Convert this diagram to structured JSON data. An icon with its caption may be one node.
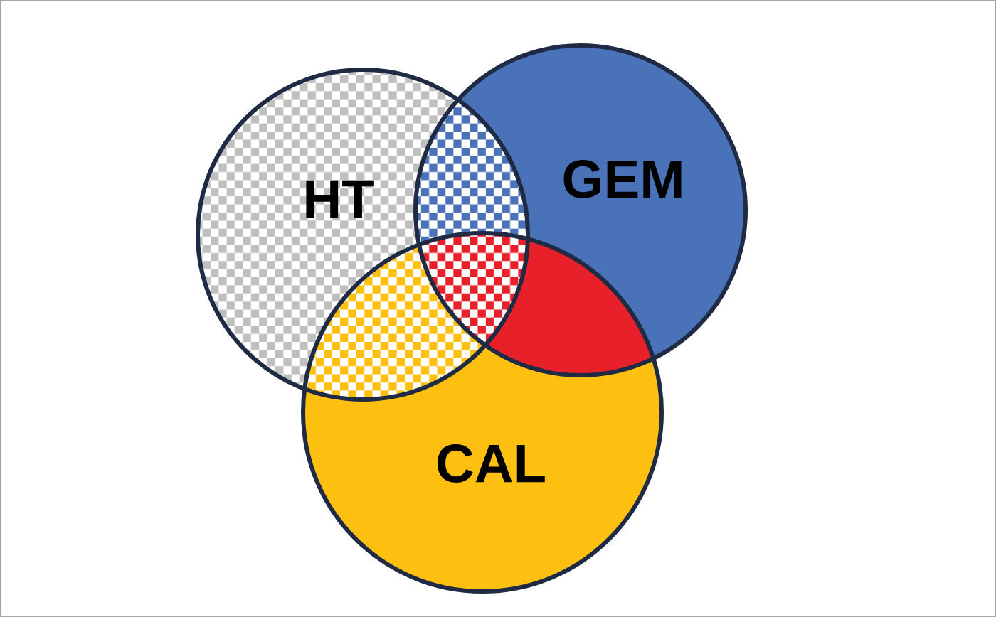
{
  "diagram": {
    "nodes": [
      {
        "text": [
          "HT"
        ]
      },
      {
        "text": [
          "GEM"
        ]
      },
      {
        "text": [
          "CAL"
        ]
      }
    ]
  }
}
